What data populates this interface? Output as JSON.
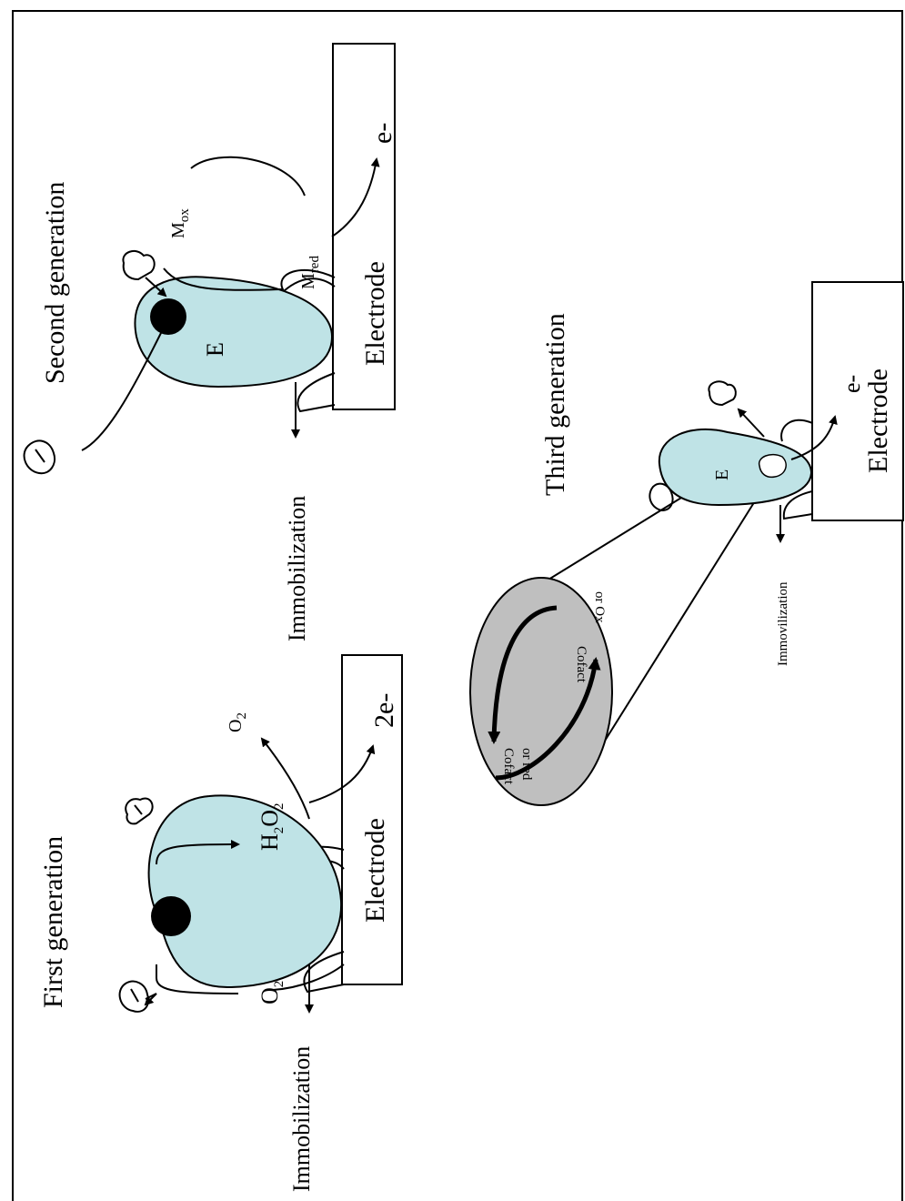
{
  "first": {
    "title": "First generation",
    "electrode": "Electrode",
    "o2_left": "O",
    "o2_left_sub": "2",
    "h2o2_h": "H",
    "h2o2_h_sub": "2",
    "h2o2_o": "O",
    "h2o2_o_sub": "2",
    "o2_right": "O",
    "o2_right_sub": "2",
    "electrons": "2e-",
    "immobilization": "Immobilization"
  },
  "second": {
    "title": "Second generation",
    "electrode": "Electrode",
    "enzyme": "E",
    "mox": "M",
    "mox_sub": "ox",
    "mred": "M",
    "mred_sub": "red",
    "electron": "e-",
    "immobilization": "Immobilization"
  },
  "third": {
    "title": "Third generation",
    "electrode": "Electrode",
    "enzyme": "E",
    "electron": "e-",
    "immobilization": "Immovilization",
    "cofactor_ox_1": "Cofact",
    "cofactor_ox_2": "or Ox",
    "cofactor_red_1": "Cofact",
    "cofactor_red_2": "or red"
  },
  "colors": {
    "enzyme_fill": "#bfe3e6",
    "cofactor_fill": "#bfbfbf",
    "line": "#000000"
  }
}
